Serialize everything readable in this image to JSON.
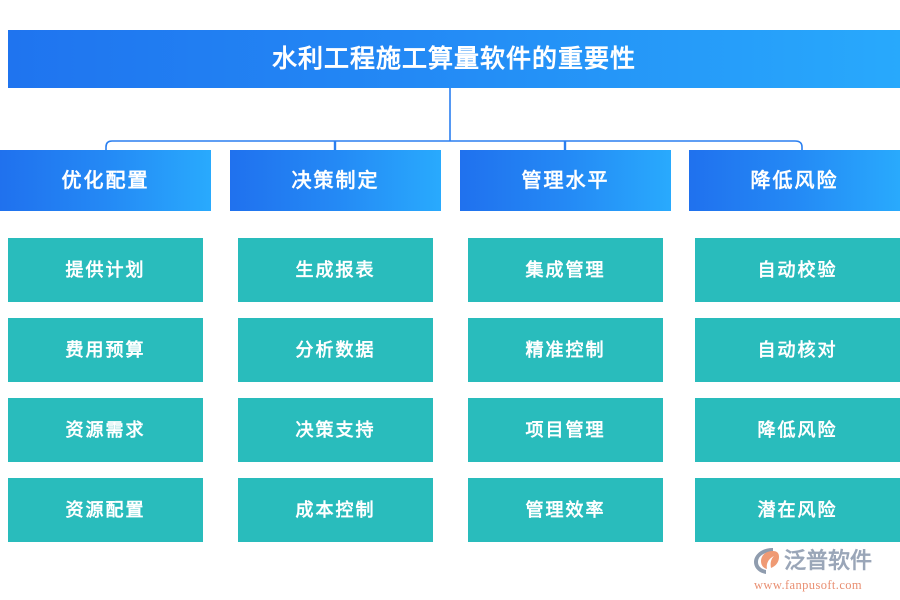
{
  "title": {
    "text": "水利工程施工算量软件的重要性"
  },
  "colors": {
    "title_gradient_start": "#1f74ef",
    "title_gradient_end": "#28a9fc",
    "header_gradient_start": "#2071ee",
    "header_gradient_end": "#29aafd",
    "sub_box": "#29bcbc",
    "connector_line": "#2a7ff0",
    "logo_text": "#9aa6b8",
    "logo_url": "#e98f72",
    "logo_mark_grey": "#8f9cae",
    "logo_mark_orange": "#ef9a74",
    "background": "#ffffff"
  },
  "columns": [
    {
      "header": "优化配置",
      "items": [
        "提供计划",
        "费用预算",
        "资源需求",
        "资源配置"
      ]
    },
    {
      "header": "决策制定",
      "items": [
        "生成报表",
        "分析数据",
        "决策支持",
        "成本控制"
      ]
    },
    {
      "header": "管理水平",
      "items": [
        "集成管理",
        "精准控制",
        "项目管理",
        "管理效率"
      ]
    },
    {
      "header": "降低风险",
      "items": [
        "自动校验",
        "自动核对",
        "降低风险",
        "潜在风险"
      ]
    }
  ],
  "logo": {
    "name": "泛普软件",
    "url": "www.fanpusoft.com"
  }
}
